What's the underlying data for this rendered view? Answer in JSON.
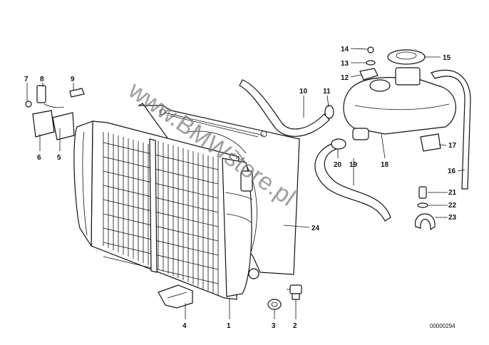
{
  "watermark": "www.BMWstore.pl",
  "diagram_id": "00000294",
  "parts": [
    {
      "number": "1"
    },
    {
      "number": "2"
    },
    {
      "number": "3"
    },
    {
      "number": "4"
    },
    {
      "number": "5"
    },
    {
      "number": "6"
    },
    {
      "number": "7"
    },
    {
      "number": "8"
    },
    {
      "number": "9"
    },
    {
      "number": "10"
    },
    {
      "number": "11"
    },
    {
      "number": "12"
    },
    {
      "number": "13"
    },
    {
      "number": "14"
    },
    {
      "number": "15"
    },
    {
      "number": "16"
    },
    {
      "number": "17"
    },
    {
      "number": "18"
    },
    {
      "number": "19"
    },
    {
      "number": "20"
    },
    {
      "number": "21"
    },
    {
      "number": "22"
    },
    {
      "number": "23"
    },
    {
      "number": "24"
    }
  ]
}
